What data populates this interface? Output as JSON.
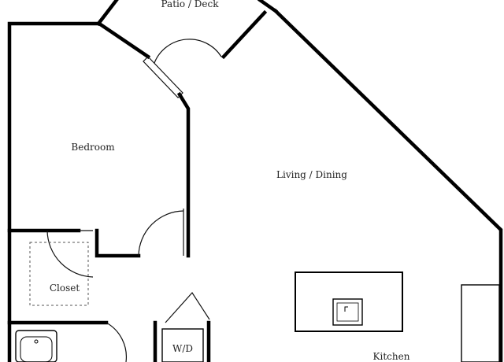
{
  "floor_plan": {
    "rooms": {
      "patio": "Patio / Deck",
      "bedroom": "Bedroom",
      "living": "Living / Dining",
      "closet": "Closet",
      "wd": "W/D",
      "kitchen": "Kitchen"
    },
    "colors": {
      "wall": "#000000",
      "thin": "#111111",
      "dash": "#555555",
      "background": "#ffffff"
    }
  }
}
